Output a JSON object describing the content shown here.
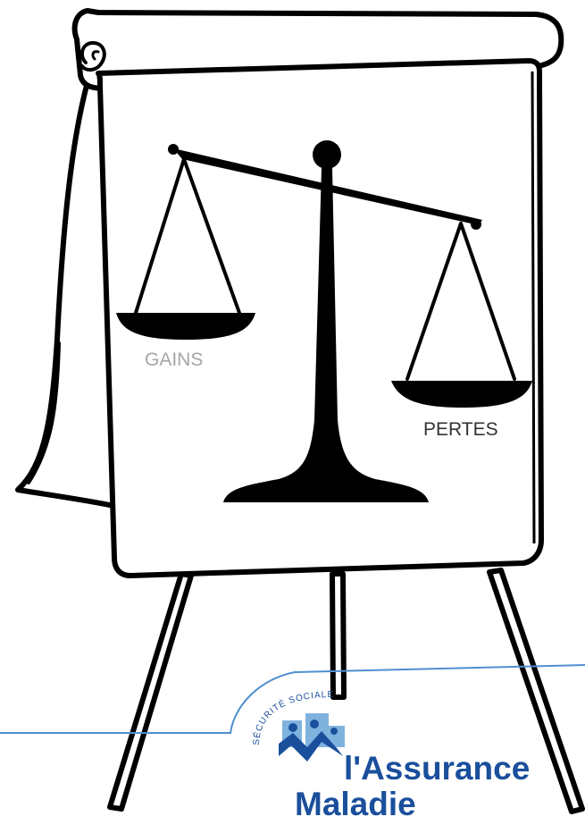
{
  "labels": {
    "gains": "GAINS",
    "pertes": "PERTES"
  },
  "logo": {
    "arc_text": "SÉCURITÉ SOCIALE",
    "line1": "l'Assurance",
    "line2": "Maladie"
  },
  "colors": {
    "ink": "#000000",
    "paper": "#ffffff",
    "gains_label": "#a6a6a6",
    "pertes_label": "#333333",
    "brand_blue": "#1a4f9c",
    "brand_light_blue": "#7fb3de",
    "brand_line": "#4f8fd0"
  },
  "icons": {
    "easel": "flip-chart-easel",
    "scale": "balance-scale",
    "logo_figures": "family-figures-emblem"
  }
}
